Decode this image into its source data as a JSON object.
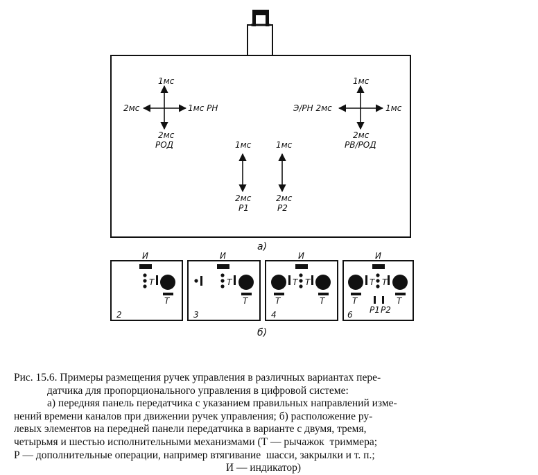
{
  "panel_a": {
    "left_stick": {
      "up": "1мс",
      "left": "2мс",
      "right": "1мс РН",
      "down": "2мс",
      "down2": "РОД"
    },
    "right_stick": {
      "up": "1мс",
      "left": "Э/РН 2мс",
      "right": "1мс",
      "down": "2мс",
      "down2": "РВ/РОД"
    },
    "p1": {
      "up": "1мс",
      "down": "2мс",
      "down2": "Р1"
    },
    "p2": {
      "up": "1мс",
      "down": "2мс",
      "down2": "Р2"
    },
    "label": "а)"
  },
  "panels_b": {
    "label": "б)",
    "indicator_label": "И",
    "trim_label": "Т",
    "p1": "Р1",
    "p2": "Р2",
    "numbers": [
      "2",
      "3",
      "4",
      "6"
    ]
  },
  "caption": {
    "lines": [
      "Рис. 15.6. Примеры размещения ручек управления в различных вариантах пере-",
      "датчика для пропорционального управления в цифровой системе:",
      "а) передняя панель передатчика с указанием правильных направлений изме-",
      "нений времени каналов при движении ручек управления; б) расположение ру-",
      "левых элементов на передней панели передатчика в варианте с двумя, тремя,",
      "четырьмя и шестью исполнительными механизмами (Т — рычажок  триммера;",
      "Р — дополнительные операции, например втягивание  шасси, закрылки и т. п.;",
      "И — индикатор)"
    ]
  }
}
